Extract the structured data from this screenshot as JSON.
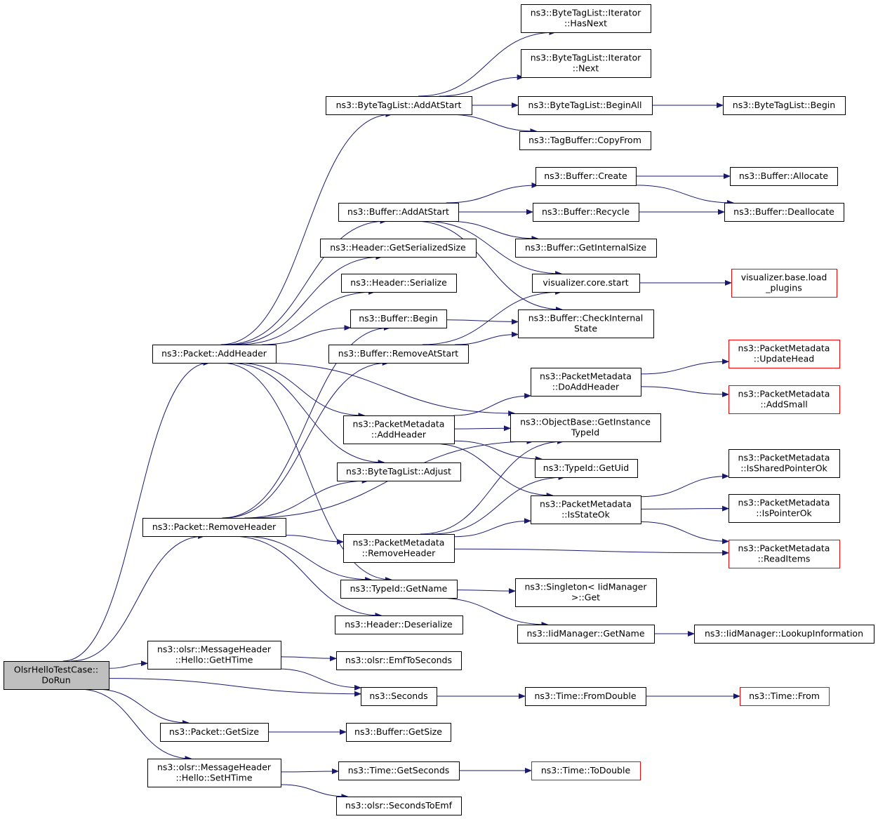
{
  "nodes": [
    {
      "id": "root",
      "lines": [
        "OlsrHelloTestCase::",
        "DoRun"
      ],
      "root": true
    },
    {
      "id": "olsr_gethtime",
      "lines": [
        "ns3::olsr::MessageHeader",
        "::Hello::GetHTime"
      ]
    },
    {
      "id": "olsr_sethtime",
      "lines": [
        "ns3::olsr::MessageHeader",
        "::Hello::SetHTime"
      ]
    },
    {
      "id": "packet_addheader",
      "lines": [
        "ns3::Packet::AddHeader"
      ]
    },
    {
      "id": "packet_removeheader",
      "lines": [
        "ns3::Packet::RemoveHeader"
      ]
    },
    {
      "id": "packet_getsize",
      "lines": [
        "ns3::Packet::GetSize"
      ]
    },
    {
      "id": "btl_addatstart",
      "lines": [
        "ns3::ByteTagList::AddAtStart"
      ]
    },
    {
      "id": "buf_addatstart",
      "lines": [
        "ns3::Buffer::AddAtStart"
      ]
    },
    {
      "id": "hdr_getser",
      "lines": [
        "ns3::Header::GetSerializedSize"
      ]
    },
    {
      "id": "hdr_serialize",
      "lines": [
        "ns3::Header::Serialize"
      ]
    },
    {
      "id": "buf_begin",
      "lines": [
        "ns3::Buffer::Begin"
      ]
    },
    {
      "id": "buf_removeatstart",
      "lines": [
        "ns3::Buffer::RemoveAtStart"
      ]
    },
    {
      "id": "pm_addheader",
      "lines": [
        "ns3::PacketMetadata",
        "::AddHeader"
      ]
    },
    {
      "id": "btl_adjust",
      "lines": [
        "ns3::ByteTagList::Adjust"
      ]
    },
    {
      "id": "pm_removeheader",
      "lines": [
        "ns3::PacketMetadata",
        "::RemoveHeader"
      ]
    },
    {
      "id": "typeid_getname",
      "lines": [
        "ns3::TypeId::GetName"
      ]
    },
    {
      "id": "hdr_deserialize",
      "lines": [
        "ns3::Header::Deserialize"
      ]
    },
    {
      "id": "emf_to_seconds",
      "lines": [
        "ns3::olsr::EmfToSeconds"
      ]
    },
    {
      "id": "seconds",
      "lines": [
        "ns3::Seconds"
      ]
    },
    {
      "id": "buf_getsize",
      "lines": [
        "ns3::Buffer::GetSize"
      ]
    },
    {
      "id": "time_getseconds",
      "lines": [
        "ns3::Time::GetSeconds"
      ]
    },
    {
      "id": "seconds_to_emf",
      "lines": [
        "ns3::olsr::SecondsToEmf"
      ]
    },
    {
      "id": "btl_it_hasnext",
      "lines": [
        "ns3::ByteTagList::Iterator",
        "::HasNext"
      ]
    },
    {
      "id": "btl_it_next",
      "lines": [
        "ns3::ByteTagList::Iterator",
        "::Next"
      ]
    },
    {
      "id": "btl_beginall",
      "lines": [
        "ns3::ByteTagList::BeginAll"
      ]
    },
    {
      "id": "tagbuffer_copyfrom",
      "lines": [
        "ns3::TagBuffer::CopyFrom"
      ]
    },
    {
      "id": "buf_create",
      "lines": [
        "ns3::Buffer::Create"
      ]
    },
    {
      "id": "buf_recycle",
      "lines": [
        "ns3::Buffer::Recycle"
      ]
    },
    {
      "id": "buf_getinternalsize",
      "lines": [
        "ns3::Buffer::GetInternalSize"
      ]
    },
    {
      "id": "viz_core_start",
      "lines": [
        "visualizer.core.start"
      ]
    },
    {
      "id": "buf_checkinternal",
      "lines": [
        "ns3::Buffer::CheckInternal",
        "State"
      ]
    },
    {
      "id": "pm_doaddheader",
      "lines": [
        "ns3::PacketMetadata",
        "::DoAddHeader"
      ]
    },
    {
      "id": "objbase_getinstance",
      "lines": [
        "ns3::ObjectBase::GetInstance",
        "TypeId"
      ]
    },
    {
      "id": "typeid_getuid",
      "lines": [
        "ns3::TypeId::GetUid"
      ]
    },
    {
      "id": "pm_isstateok",
      "lines": [
        "ns3::PacketMetadata",
        "::IsStateOk"
      ]
    },
    {
      "id": "singleton_get",
      "lines": [
        "ns3::Singleton< IidManager",
        ">::Get"
      ]
    },
    {
      "id": "iid_getname",
      "lines": [
        "ns3::IidManager::GetName"
      ]
    },
    {
      "id": "time_fromdouble",
      "lines": [
        "ns3::Time::FromDouble"
      ]
    },
    {
      "id": "time_todouble",
      "lines": [
        "ns3::Time::ToDouble"
      ],
      "red": true
    },
    {
      "id": "btl_begin",
      "lines": [
        "ns3::ByteTagList::Begin"
      ]
    },
    {
      "id": "buf_allocate",
      "lines": [
        "ns3::Buffer::Allocate"
      ]
    },
    {
      "id": "buf_deallocate",
      "lines": [
        "ns3::Buffer::Deallocate"
      ]
    },
    {
      "id": "viz_base_load",
      "lines": [
        "visualizer.base.load",
        "_plugins"
      ],
      "red": true
    },
    {
      "id": "pm_updatehead",
      "lines": [
        "ns3::PacketMetadata",
        "::UpdateHead"
      ],
      "red": true
    },
    {
      "id": "pm_addsmall",
      "lines": [
        "ns3::PacketMetadata",
        "::AddSmall"
      ],
      "red": true
    },
    {
      "id": "pm_issharedptrok",
      "lines": [
        "ns3::PacketMetadata",
        "::IsSharedPointerOk"
      ]
    },
    {
      "id": "pm_ispointerok",
      "lines": [
        "ns3::PacketMetadata",
        "::IsPointerOk"
      ]
    },
    {
      "id": "pm_readitems",
      "lines": [
        "ns3::PacketMetadata",
        "::ReadItems"
      ],
      "red": true
    },
    {
      "id": "iid_lookupinfo",
      "lines": [
        "ns3::IidManager::LookupInformation"
      ]
    },
    {
      "id": "time_from",
      "lines": [
        "ns3::Time::From"
      ],
      "red": true
    }
  ],
  "edges": [
    [
      "root",
      "packet_addheader"
    ],
    [
      "root",
      "packet_removeheader"
    ],
    [
      "root",
      "olsr_gethtime"
    ],
    [
      "root",
      "seconds"
    ],
    [
      "root",
      "packet_getsize"
    ],
    [
      "root",
      "olsr_sethtime"
    ],
    [
      "packet_addheader",
      "btl_addatstart"
    ],
    [
      "packet_addheader",
      "buf_addatstart"
    ],
    [
      "packet_addheader",
      "hdr_getser"
    ],
    [
      "packet_addheader",
      "hdr_serialize"
    ],
    [
      "packet_addheader",
      "buf_begin"
    ],
    [
      "packet_addheader",
      "objbase_getinstance"
    ],
    [
      "packet_addheader",
      "pm_addheader"
    ],
    [
      "packet_addheader",
      "btl_adjust"
    ],
    [
      "packet_addheader",
      "typeid_getname"
    ],
    [
      "packet_removeheader",
      "buf_begin"
    ],
    [
      "packet_removeheader",
      "buf_removeatstart"
    ],
    [
      "packet_removeheader",
      "btl_adjust"
    ],
    [
      "packet_removeheader",
      "objbase_getinstance"
    ],
    [
      "packet_removeheader",
      "pm_removeheader"
    ],
    [
      "packet_removeheader",
      "typeid_getname"
    ],
    [
      "packet_removeheader",
      "hdr_deserialize"
    ],
    [
      "olsr_gethtime",
      "emf_to_seconds"
    ],
    [
      "olsr_gethtime",
      "seconds"
    ],
    [
      "packet_getsize",
      "buf_getsize"
    ],
    [
      "olsr_sethtime",
      "time_getseconds"
    ],
    [
      "olsr_sethtime",
      "seconds_to_emf"
    ],
    [
      "btl_addatstart",
      "btl_it_hasnext"
    ],
    [
      "btl_addatstart",
      "btl_it_next"
    ],
    [
      "btl_addatstart",
      "btl_beginall"
    ],
    [
      "btl_addatstart",
      "tagbuffer_copyfrom"
    ],
    [
      "btl_beginall",
      "btl_begin"
    ],
    [
      "buf_addatstart",
      "buf_create"
    ],
    [
      "buf_addatstart",
      "buf_recycle"
    ],
    [
      "buf_addatstart",
      "buf_getinternalsize"
    ],
    [
      "buf_addatstart",
      "viz_core_start"
    ],
    [
      "buf_addatstart",
      "buf_checkinternal"
    ],
    [
      "buf_create",
      "buf_allocate"
    ],
    [
      "buf_create",
      "buf_deallocate"
    ],
    [
      "buf_recycle",
      "buf_deallocate"
    ],
    [
      "viz_core_start",
      "viz_base_load"
    ],
    [
      "buf_begin",
      "buf_checkinternal"
    ],
    [
      "buf_removeatstart",
      "viz_core_start"
    ],
    [
      "buf_removeatstart",
      "buf_checkinternal"
    ],
    [
      "pm_addheader",
      "pm_doaddheader"
    ],
    [
      "pm_addheader",
      "objbase_getinstance"
    ],
    [
      "pm_addheader",
      "typeid_getuid"
    ],
    [
      "pm_addheader",
      "pm_isstateok"
    ],
    [
      "pm_doaddheader",
      "pm_updatehead"
    ],
    [
      "pm_doaddheader",
      "pm_addsmall"
    ],
    [
      "pm_removeheader",
      "objbase_getinstance"
    ],
    [
      "pm_removeheader",
      "typeid_getuid"
    ],
    [
      "pm_removeheader",
      "pm_isstateok"
    ],
    [
      "pm_removeheader",
      "pm_readitems"
    ],
    [
      "pm_isstateok",
      "pm_issharedptrok"
    ],
    [
      "pm_isstateok",
      "pm_ispointerok"
    ],
    [
      "pm_isstateok",
      "pm_readitems"
    ],
    [
      "typeid_getname",
      "singleton_get"
    ],
    [
      "typeid_getname",
      "iid_getname"
    ],
    [
      "iid_getname",
      "iid_lookupinfo"
    ],
    [
      "seconds",
      "time_fromdouble"
    ],
    [
      "time_fromdouble",
      "time_from"
    ],
    [
      "time_getseconds",
      "time_todouble"
    ]
  ]
}
